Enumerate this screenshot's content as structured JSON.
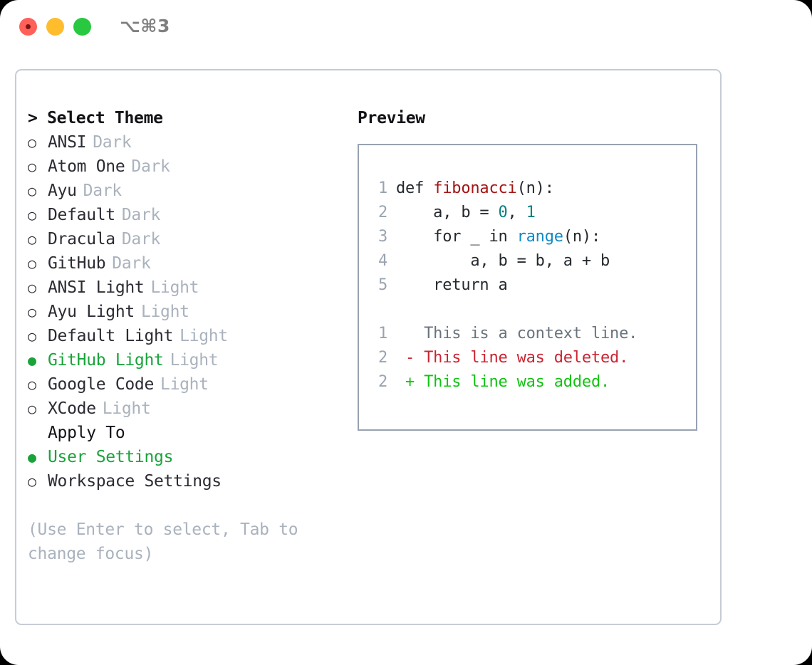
{
  "titlebar": {
    "shortcut": "⌥⌘3",
    "buttons": [
      {
        "name": "close",
        "color": "#ff6059"
      },
      {
        "name": "minimize",
        "color": "#ffbd2e"
      },
      {
        "name": "maximize",
        "color": "#28c840"
      }
    ]
  },
  "theme_picker": {
    "header": "> Select Theme",
    "marker_selected": "●",
    "marker_unselected": "○",
    "items": [
      {
        "label": "ANSI",
        "tag": "Dark",
        "selected": false
      },
      {
        "label": "Atom One",
        "tag": "Dark",
        "selected": false
      },
      {
        "label": "Ayu",
        "tag": "Dark",
        "selected": false
      },
      {
        "label": "Default",
        "tag": "Dark",
        "selected": false
      },
      {
        "label": "Dracula",
        "tag": "Dark",
        "selected": false
      },
      {
        "label": "GitHub",
        "tag": "Dark",
        "selected": false
      },
      {
        "label": "ANSI Light",
        "tag": "Light",
        "selected": false
      },
      {
        "label": "Ayu Light",
        "tag": "Light",
        "selected": false
      },
      {
        "label": "Default Light",
        "tag": "Light",
        "selected": false
      },
      {
        "label": "GitHub Light",
        "tag": "Light",
        "selected": true
      },
      {
        "label": "Google Code",
        "tag": "Light",
        "selected": false
      },
      {
        "label": "XCode",
        "tag": "Light",
        "selected": false
      }
    ]
  },
  "apply_to": {
    "header": "Apply To",
    "items": [
      {
        "label": "User Settings",
        "selected": true
      },
      {
        "label": "Workspace Settings",
        "selected": false
      }
    ]
  },
  "hint": "(Use Enter to select, Tab to change focus)",
  "preview": {
    "title": "Preview",
    "code_lines": [
      {
        "num": "1",
        "tokens": [
          {
            "t": "def ",
            "c": "plain"
          },
          {
            "t": "fibonacci",
            "c": "fn"
          },
          {
            "t": "(n):",
            "c": "plain"
          }
        ]
      },
      {
        "num": "2",
        "tokens": [
          {
            "t": "    a, b = ",
            "c": "plain"
          },
          {
            "t": "0",
            "c": "num"
          },
          {
            "t": ", ",
            "c": "plain"
          },
          {
            "t": "1",
            "c": "num"
          }
        ]
      },
      {
        "num": "3",
        "tokens": [
          {
            "t": "    for _ in ",
            "c": "plain"
          },
          {
            "t": "range",
            "c": "call"
          },
          {
            "t": "(n):",
            "c": "plain"
          }
        ]
      },
      {
        "num": "4",
        "tokens": [
          {
            "t": "        a, b = b, a + b",
            "c": "plain"
          }
        ]
      },
      {
        "num": "5",
        "tokens": [
          {
            "t": "    return a",
            "c": "plain"
          }
        ]
      }
    ],
    "diff_lines": [
      {
        "num": "1",
        "tokens": [
          {
            "t": "   This is a context line.",
            "c": "ctx"
          }
        ]
      },
      {
        "num": "2",
        "tokens": [
          {
            "t": " - This line was deleted.",
            "c": "del"
          }
        ]
      },
      {
        "num": "2",
        "tokens": [
          {
            "t": " + This line was added.",
            "c": "add"
          }
        ]
      }
    ]
  },
  "colors": {
    "accent_green": "#19a33a",
    "tag_gray": "#aab2bd",
    "text_dark": "#2b2b33",
    "code_fn_red": "#a31515",
    "code_num_teal": "#0a8080",
    "code_call_blue": "#1189c4",
    "diff_add_green": "#12c212",
    "diff_del_red": "#cb2431",
    "panel_border": "#c6ccd6",
    "preview_border": "#98a2b0"
  }
}
